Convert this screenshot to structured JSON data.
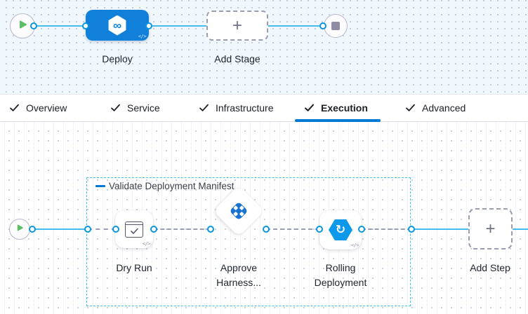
{
  "stage_pipeline": {
    "start_node": "start",
    "stage": {
      "label": "Deploy",
      "icon": "harness-cd-infinity-icon"
    },
    "add_stage": {
      "label": "Add Stage"
    },
    "end_node": "stop"
  },
  "tabs": [
    {
      "label": "Overview",
      "checked": true,
      "active": false
    },
    {
      "label": "Service",
      "checked": true,
      "active": false
    },
    {
      "label": "Infrastructure",
      "checked": true,
      "active": false
    },
    {
      "label": "Execution",
      "checked": true,
      "active": true
    },
    {
      "label": "Advanced",
      "checked": true,
      "active": false
    }
  ],
  "execution": {
    "group_label": "Validate Deployment Manifest",
    "steps": [
      {
        "name": "Dry Run",
        "icon": "window-check-icon"
      },
      {
        "name": "Approve Harness...",
        "icon": "harness-approval-icon"
      },
      {
        "name": "Rolling Deployment",
        "icon": "rolling-deployment-icon"
      }
    ],
    "add_step": {
      "label": "Add Step"
    }
  },
  "glyphs": {
    "plus": "+",
    "infinity": "∞",
    "code": "</>",
    "rolling_arrow": "↻"
  },
  "colors": {
    "accent_blue": "#0278d5",
    "node_blue": "#1080db",
    "connector_blue": "#45bbee",
    "port_ring": "#0a96de",
    "group_border_cyan": "#3ec3ec",
    "play_green": "#5bc063",
    "stop_gray": "#8f8ca3",
    "canvas_top_bg": "#f0f7fd"
  }
}
